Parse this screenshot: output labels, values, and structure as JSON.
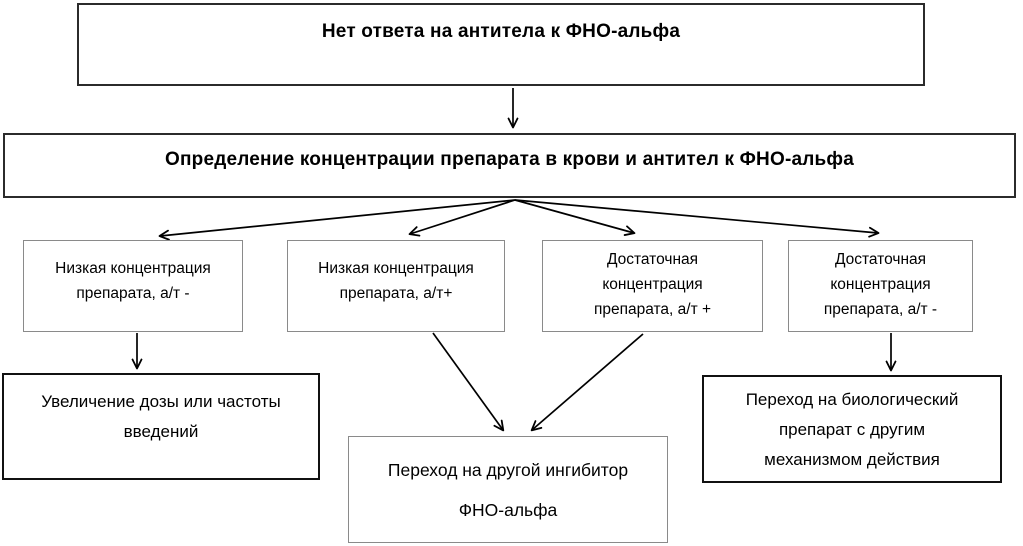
{
  "page": {
    "background": "#ffffff"
  },
  "colors": {
    "text": "#000000",
    "arrow": "#000000",
    "border_dark": "#2b2b2b",
    "border_black": "#111111",
    "border_gray": "#8a8a8a"
  },
  "flowchart": {
    "no_response": {
      "text": "Нет ответа на антитела к ФНО-альфа"
    },
    "determine": {
      "text": "Определение концентрации препарата в крови и антител к ФНО-альфа"
    },
    "low_neg": {
      "line1": "Низкая концентрация",
      "line2": "препарата, а/т -"
    },
    "low_pos": {
      "line1": "Низкая концентрация",
      "line2": "препарата, а/т+"
    },
    "suf_pos": {
      "line1": "Достаточная",
      "line2": "концентрация",
      "line3": "препарата, а/т +"
    },
    "suf_neg": {
      "line1": "Достаточная",
      "line2": "концентрация",
      "line3": "препарата, а/т -"
    },
    "increase_dose": {
      "line1": "Увеличение дозы или частоты",
      "line2": "введений"
    },
    "switch_inhibitor": {
      "line1": "Переход на другой ингибитор",
      "line2": "ФНО-альфа"
    },
    "switch_mechanism": {
      "line1": "Переход на биологический",
      "line2": "препарат с другим",
      "line3": "механизмом действия"
    }
  }
}
